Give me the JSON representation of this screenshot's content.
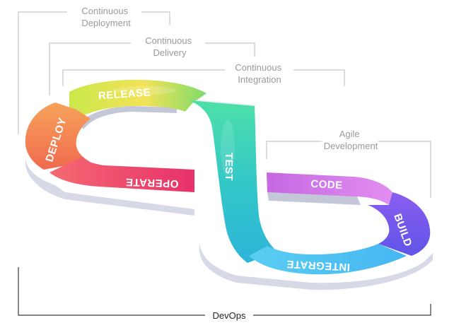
{
  "phases": {
    "continuous_deployment": [
      "Continuous",
      "Deployment"
    ],
    "continuous_delivery": [
      "Continuous",
      "Delivery"
    ],
    "continuous_integration": [
      "Continuous",
      "Integration"
    ],
    "agile_development": [
      "Agile",
      "Development"
    ],
    "devops": "DevOps"
  },
  "segments": {
    "release": "RELEASE",
    "deploy": "DEPLOY",
    "operate": "OPERATE",
    "test": "TEST",
    "code": "CODE",
    "build": "BUILD",
    "integrate": "INTEGRATE"
  },
  "colors": {
    "release": [
      "#c9e84a",
      "#f3e257",
      "#7ddc6a"
    ],
    "deploy": [
      "#f7a35b",
      "#f06a4e"
    ],
    "operate": [
      "#f46a72",
      "#e8316a"
    ],
    "test": [
      "#4ee0a8",
      "#33c7c8",
      "#2eb5d9"
    ],
    "code": [
      "#c568e2",
      "#e28ef0"
    ],
    "build": [
      "#8a5df0",
      "#5f55e8"
    ],
    "integrate": [
      "#46b6f2",
      "#5acdf2"
    ]
  }
}
